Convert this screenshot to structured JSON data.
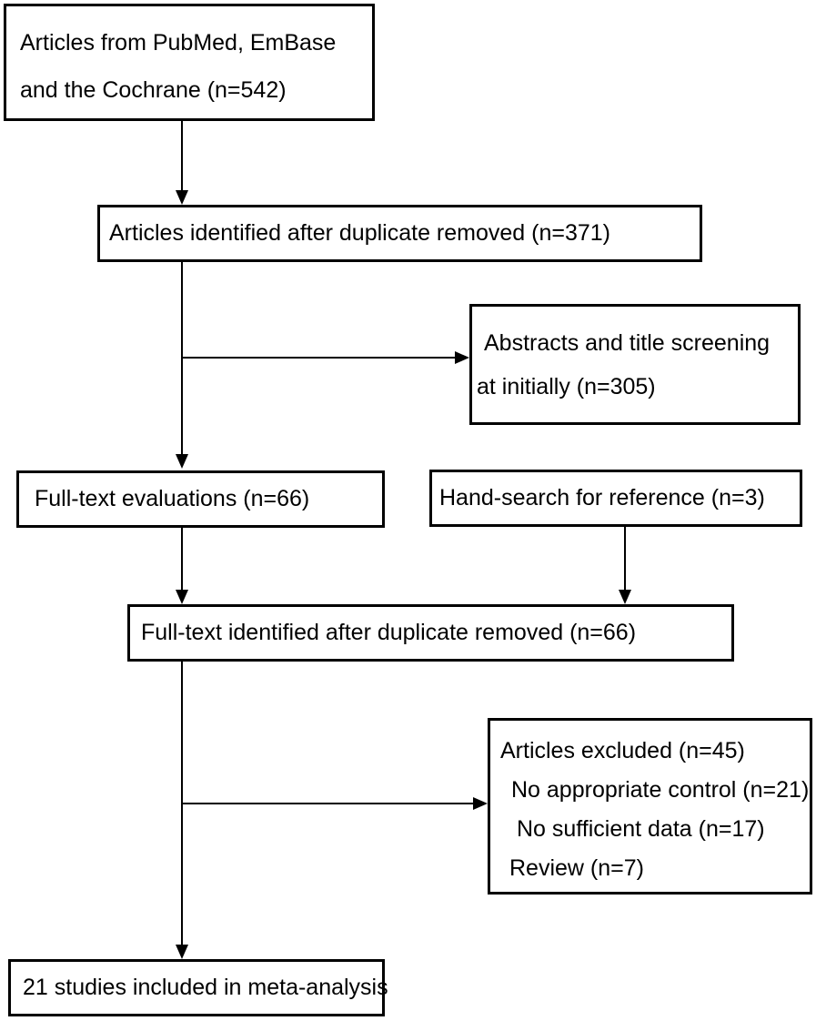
{
  "diagram": {
    "type": "flowchart",
    "background_color": "#ffffff",
    "line_color": "#000000",
    "text_color": "#000000",
    "boxes": {
      "sources": {
        "lines": [
          "Articles from PubMed, EmBase",
          "and the Cochrane (n=542)"
        ]
      },
      "identified": {
        "lines": [
          "Articles identified after duplicate removed (n=371)"
        ]
      },
      "screening": {
        "lines": [
          "Abstracts and title screening",
          "at initially (n=305)"
        ]
      },
      "fulltext_eval": {
        "lines": [
          "Full-text evaluations (n=66)"
        ]
      },
      "handsearch": {
        "lines": [
          "Hand-search for reference (n=3)"
        ]
      },
      "fulltext_dedup": {
        "lines": [
          "Full-text identified after duplicate removed (n=66)"
        ]
      },
      "excluded": {
        "lines": [
          "Articles excluded (n=45)",
          "No appropriate control (n=21)",
          "No sufficient data (n=17)",
          "Review (n=7)"
        ]
      },
      "included": {
        "lines": [
          "21 studies included in meta-analysis"
        ]
      }
    }
  }
}
